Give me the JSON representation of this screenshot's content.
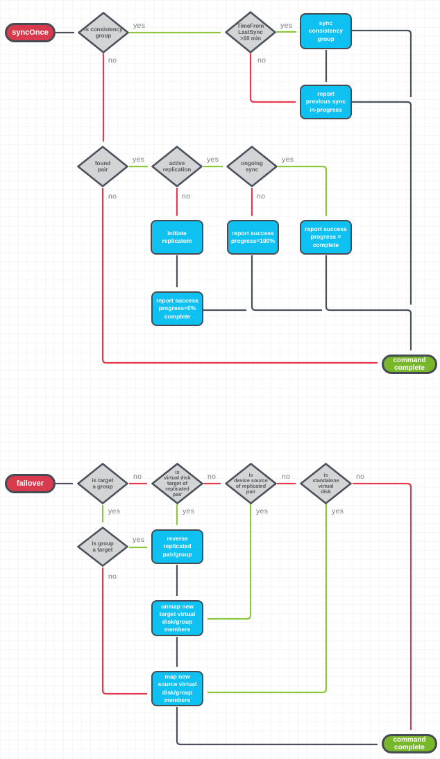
{
  "colors": {
    "start_pill_red": "#da3a4e",
    "end_pill_green": "#78b62a",
    "process_cyan": "#0fc1f1",
    "connector_dark": "#4a515a",
    "connector_red": "#e6394e",
    "connector_green": "#8dc63f",
    "decision_fill_gray": "#d2d4d6"
  },
  "flow1": {
    "start": "syncOnce",
    "nodes": {
      "is_consistency_group": "is consistency\ngroup",
      "timefrom_lastsync": "TimeFrom\nLastSync\n>10 min",
      "sync_consistency_group": "sync\nconsistency\ngroup",
      "report_previous_sync": "report\nprevious sync\nin-progress",
      "found_pair": "found\npair",
      "active_replication": "active\nreplication",
      "ongoing_sync": "ongoing\nsync",
      "initiate_replication": "initiate\nreplicatoin",
      "report_success_100": "report success\nprogress=100%",
      "report_success_complete": "report success\nprogress =\ncomplete",
      "report_success_0": "report success\nprogress=0%\ncomplete",
      "end": "command\ncomplete"
    },
    "labels": [
      "yes",
      "yes",
      "no",
      "no",
      "yes",
      "yes",
      "yes",
      "no",
      "no",
      "no"
    ]
  },
  "flow2": {
    "start": "failover",
    "nodes": {
      "is_target_a_group": "is target\na group",
      "is_vdisk_target_of_replicated_pair": "is\nvirtual disk\ntarget of\nreplicated\npair",
      "is_device_source_of_replicated_pair": "is\ndevice source\nof replicated\npair",
      "is_standalone_virtual_disk": "is\nstandalone\nvirtual\ndisk",
      "is_group_a_target": "is group\na target",
      "reverse_replicated_pair_group": "reverse\nreplicated\npair/group",
      "unmap_new_target": "unmap new\ntarget virtual\ndisk/group\nmembers",
      "map_new_source": "map new\nsource virtual\ndisk/group\nmembers",
      "end": "command\ncomplete"
    },
    "labels": [
      "no",
      "no",
      "no",
      "no",
      "yes",
      "yes",
      "yes",
      "no",
      "yes",
      "yes"
    ]
  }
}
